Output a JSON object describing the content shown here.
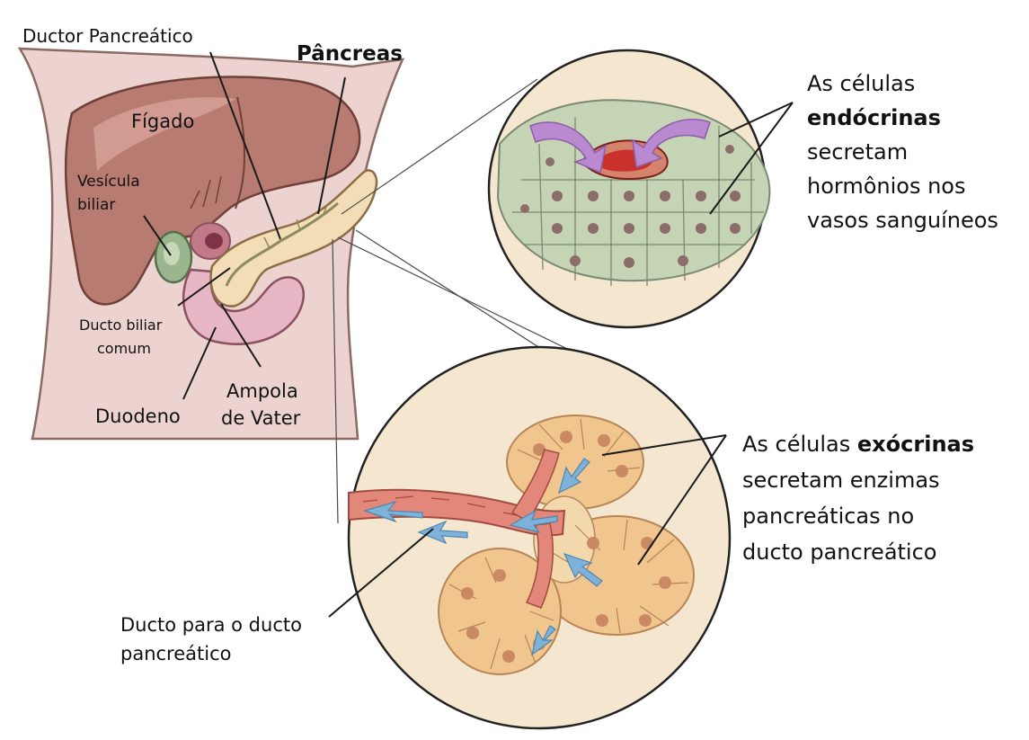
{
  "labels": {
    "ductor_pancreatico": "Ductor Pancreático",
    "pancreas": "Pâncreas",
    "figado": "Fígado",
    "vesicula_1": "Vesícula",
    "vesicula_2": "biliar",
    "ducto_biliar_1": "Ducto biliar",
    "ducto_biliar_2": "comum",
    "duodeno": "Duodeno",
    "ampola_1": "Ampola",
    "ampola_2": "de Vater",
    "ducto_para_1": "Ducto para o ducto",
    "ducto_para_2": "pancreático"
  },
  "endocrine_caption": {
    "line1": "As células",
    "line2_bold": "endócrinas",
    "line3": "secretam",
    "line4": "hormônios nos",
    "line5": "vasos sanguíneos"
  },
  "exocrine_caption": {
    "line1_prefix": "As células ",
    "line1_bold": "exócrinas",
    "line2": "secretam enzimas",
    "line3": "pancreáticas no",
    "line4": "ducto pancreático"
  },
  "colors": {
    "skin": "#ecd3cf",
    "liver": "#b87b72",
    "pancreas": "#f3ddb6",
    "gallbladder": "#9bb58e",
    "duodenum": "#e8b7c6",
    "endocrine_cells": "#c5d4b5",
    "exocrine_cells": "#f0c58e",
    "blood": "#c8322a",
    "hormone_arrow": "#b98ad0",
    "enzyme_arrow": "#7fb2d8",
    "duct": "#e2877a"
  }
}
